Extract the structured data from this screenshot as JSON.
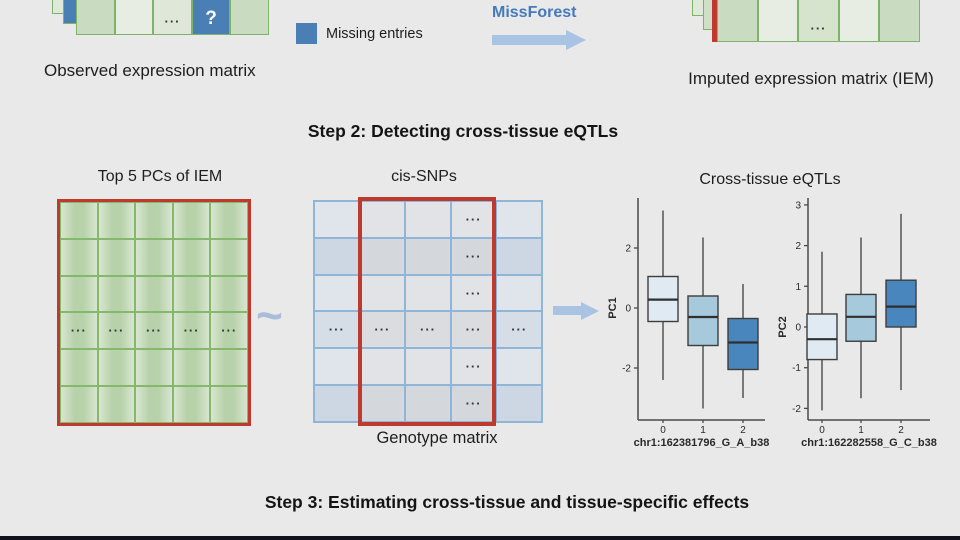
{
  "page": {
    "background": "#e9e9e9",
    "bottom_bar_color": "#12121f"
  },
  "step1": {
    "observed_label": "Observed expression matrix",
    "imputed_label": "Imputed expression matrix (IEM)",
    "legend": {
      "label": "Missing entries",
      "color": "#4a7fb5"
    },
    "missforest": {
      "label": "MissForest",
      "text_color": "#4579bd",
      "arrow_color": "#a9c3e2"
    },
    "question_mark": "?",
    "dots": "···",
    "observed_cells": [
      {
        "fill": "#c9dbc0"
      },
      {
        "fill": "#e7ede2"
      },
      {
        "fill": "#dfe8d8",
        "dots": true
      },
      {
        "fill": "#4a7fb5",
        "q": true
      },
      {
        "fill": "#c9dbc0"
      }
    ],
    "imputed_cells": [
      {
        "fill": "#c9dbc0"
      },
      {
        "fill": "#e7ede2"
      },
      {
        "fill": "#d6e3cd",
        "dots": true
      },
      {
        "fill": "#e7ede2"
      },
      {
        "fill": "#c9dbc0"
      }
    ]
  },
  "step2": {
    "title": "Step 2: Detecting cross-tissue eQTLs",
    "pcs_label": "Top 5 PCs of IEM",
    "cis_label": "cis-SNPs",
    "eqtls_label": "Cross-tissue eQTLs",
    "genotype_label": "Genotype matrix",
    "tilde": "~",
    "green_matrix": {
      "rows": 6,
      "cols": 5,
      "dots_row": 3,
      "cell_edge_color": "#d8e6d0",
      "cell_mid_color": "#b7d1aa",
      "grid_color": "#85b76d",
      "frame_color": "#bf3a2e"
    },
    "genotype_matrix": {
      "rows": 6,
      "cols": 5,
      "dots_row": 3,
      "dots_col": 3,
      "row_colors": [
        "#dfe5eb",
        "#ccd7e3",
        "#dfe5eb",
        "#d5dde6",
        "#dfe5eb",
        "#ccd7e3"
      ],
      "row_colors_inner": [
        "#e2e3e6",
        "#d4d7dc",
        "#e2e3e6",
        "#dadce0",
        "#e2e3e6",
        "#d4d7dc"
      ],
      "grid_color": "#8fb6d6",
      "frame_color": "#bf3a2e"
    }
  },
  "step3": {
    "title": "Step 3: Estimating cross-tissue and tissue-specific effects"
  },
  "chart_data": [
    {
      "type": "boxplot",
      "title": "",
      "ylabel": "PC1",
      "xlabel": "chr1:162381796_G_A_b38",
      "categories": [
        "0",
        "1",
        "2"
      ],
      "yticks": [
        -2,
        0,
        2
      ],
      "ylim": [
        -3.7,
        3.7
      ],
      "grid": false,
      "box_colors": [
        "#dfeaf2",
        "#a6c9dc",
        "#4886bd"
      ],
      "axis_color": "#4a4a4a",
      "series": [
        {
          "category": "0",
          "whislo": -2.4,
          "q1": -0.45,
          "med": 0.28,
          "q3": 1.05,
          "whishi": 3.25
        },
        {
          "category": "1",
          "whislo": -3.35,
          "q1": -1.25,
          "med": -0.3,
          "q3": 0.4,
          "whishi": 2.35
        },
        {
          "category": "2",
          "whislo": -3.0,
          "q1": -2.05,
          "med": -1.15,
          "q3": -0.35,
          "whishi": 0.8
        }
      ]
    },
    {
      "type": "boxplot",
      "title": "",
      "ylabel": "PC2",
      "xlabel": "chr1:162282558_G_C_b38",
      "categories": [
        "0",
        "1",
        "2"
      ],
      "yticks": [
        -2,
        -1,
        0,
        1,
        2,
        3
      ],
      "ylim": [
        -2.3,
        3.2
      ],
      "grid": false,
      "box_colors": [
        "#dfeaf2",
        "#a6c9dc",
        "#4886bd"
      ],
      "axis_color": "#4a4a4a",
      "series": [
        {
          "category": "0",
          "whislo": -2.05,
          "q1": -0.8,
          "med": -0.3,
          "q3": 0.32,
          "whishi": 1.85
        },
        {
          "category": "1",
          "whislo": -1.75,
          "q1": -0.35,
          "med": 0.25,
          "q3": 0.8,
          "whishi": 2.2
        },
        {
          "category": "2",
          "whislo": -1.55,
          "q1": 0.0,
          "med": 0.5,
          "q3": 1.15,
          "whishi": 2.78
        }
      ]
    }
  ]
}
